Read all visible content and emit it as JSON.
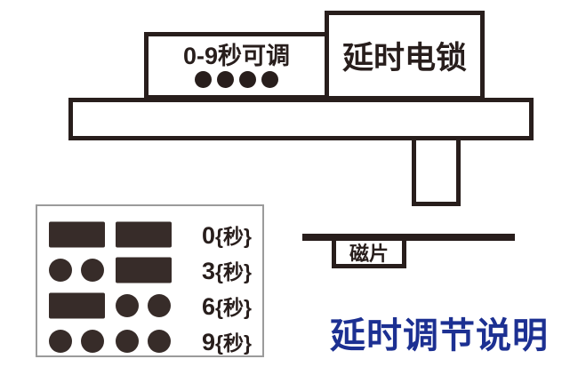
{
  "colors": {
    "ink": "#281e1c",
    "shape": "#372c29",
    "legend-border": "#9b9b9b",
    "title-blue": "#1c3092"
  },
  "lock": {
    "name": "延时电锁",
    "adjust_label": "0-9秒可调",
    "dot_count": 4
  },
  "magnet": {
    "label": "磁片"
  },
  "legend": {
    "rows": [
      {
        "groups": [
          "rect",
          "rect"
        ],
        "num": "0",
        "unit": "{秒}"
      },
      {
        "groups": [
          "dots",
          "rect"
        ],
        "num": "3",
        "unit": "{秒}"
      },
      {
        "groups": [
          "rect",
          "dots"
        ],
        "num": "6",
        "unit": "{秒}"
      },
      {
        "groups": [
          "dots",
          "dots"
        ],
        "num": "9",
        "unit": "{秒}"
      }
    ]
  },
  "title": {
    "text": "延时调节说明"
  }
}
